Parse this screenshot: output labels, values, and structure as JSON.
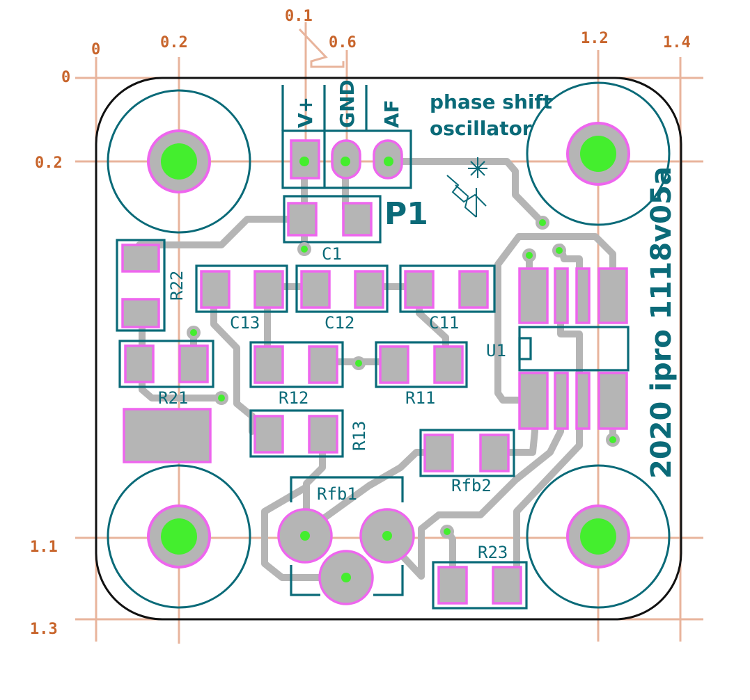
{
  "colors": {
    "guide": "#e8b49c",
    "axis_label": "#c8652c",
    "silkscreen": "#0a6a78",
    "pad_fill": "#b5b5b5",
    "pad_outline": "#ee66ee",
    "drill": "#44ee2e",
    "board_edge": "#111111"
  },
  "axes": {
    "x_labels": [
      "0",
      "0.2",
      "0.1",
      "0.6",
      "1.2",
      "1.4"
    ],
    "y_labels": [
      "0",
      "0.2",
      "1.1",
      "1.3"
    ]
  },
  "connector": {
    "ref": "P1",
    "pins": [
      "V+",
      "GND",
      "AF"
    ]
  },
  "title_lines": [
    "phase shift",
    "oscillator"
  ],
  "board_id": "2020 ipro 1118v05a",
  "components": {
    "C1": "C1",
    "C11": "C11",
    "C12": "C12",
    "C13": "C13",
    "R11": "R11",
    "R12": "R12",
    "R13": "R13",
    "R21": "R21",
    "R22": "R22",
    "R23": "R23",
    "Rfb1": "Rfb1",
    "Rfb2": "Rfb2",
    "U1": "U1"
  }
}
